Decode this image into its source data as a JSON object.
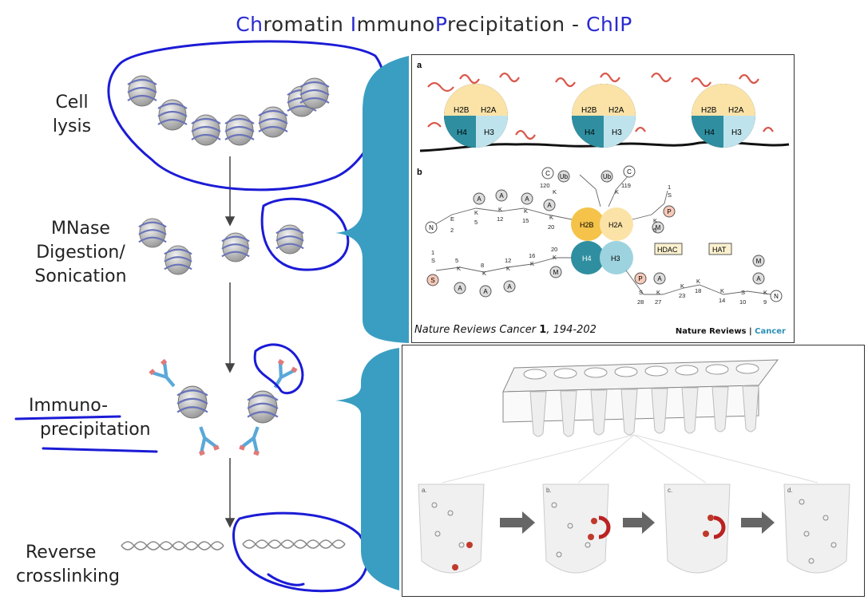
{
  "title": {
    "part1_hl": "Ch",
    "part1": "romatin ",
    "part2_hl": "I",
    "part2": "mmuno",
    "part3_hl": "P",
    "part3": "recipitation - ",
    "part4_hl": "ChIP"
  },
  "steps": {
    "lysis": [
      "Cell",
      "lysis"
    ],
    "mnase": [
      "MNase",
      "Digestion/",
      "Sonication"
    ],
    "ip": [
      "Immuno-",
      "precipitation"
    ],
    "reverse": [
      "Reverse",
      "crosslinking"
    ]
  },
  "panel_a": {
    "label_a": "a",
    "label_b": "b",
    "histones": [
      "H2B",
      "H2A",
      "H4",
      "H3"
    ],
    "enzymes": [
      "HDAC",
      "HAT"
    ],
    "mods": [
      "C",
      "Ub",
      "Ub",
      "C",
      "A",
      "A",
      "A",
      "A",
      "N",
      "P",
      "S",
      "M",
      "A",
      "A",
      "A",
      "M",
      "P",
      "A",
      "M",
      "A",
      "N"
    ],
    "positions": [
      "120",
      "K",
      "119",
      "K",
      "1",
      "S",
      "E",
      "2",
      "K",
      "5",
      "K",
      "12",
      "K",
      "15",
      "K",
      "20",
      "K",
      "5",
      "S",
      "1",
      "K",
      "5",
      "K",
      "8",
      "K",
      "12",
      "K",
      "16",
      "K",
      "20",
      "S",
      "28",
      "K",
      "27",
      "K",
      "23",
      "K",
      "18",
      "K",
      "14",
      "S",
      "10",
      "K",
      "9"
    ],
    "citation_journal": "Nature Reviews Cancer",
    "citation_vol": "1",
    "citation_pages": ", 194-202",
    "credit_main": "Nature Reviews",
    "credit_sep": " | ",
    "credit_sub": "Cancer"
  },
  "panel_b": {
    "tube_labels": [
      "a.",
      "b.",
      "c.",
      "d."
    ]
  },
  "colors": {
    "accent_blue": "#2a2ad0",
    "pen_blue": "#1b1bd6",
    "bracket": "#3a9ec2",
    "h2b": "#f5c34a",
    "h2a": "#fbe3a8",
    "h4": "#2f8fa0",
    "h3": "#9dd3df"
  }
}
